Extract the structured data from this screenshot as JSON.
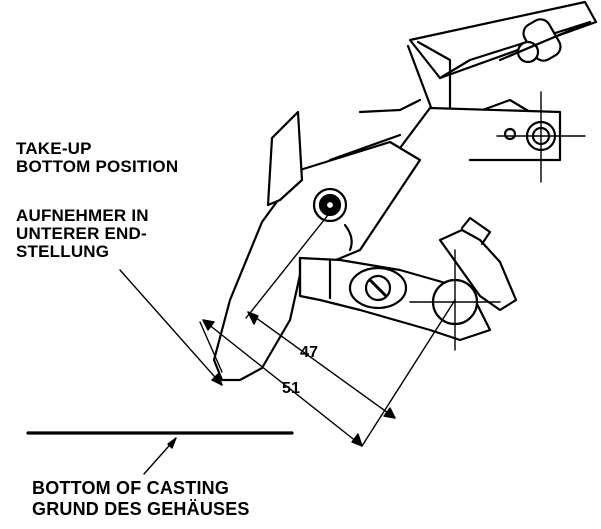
{
  "labels": {
    "takeup_line1": "TAKE-UP",
    "takeup_line2": "BOTTOM POSITION",
    "german_line1": "AUFNEHMER IN",
    "german_line2": "UNTERER END-",
    "german_line3": "STELLUNG",
    "casting_line1": "BOTTOM OF CASTING",
    "casting_line2": "GRUND DES GEHÄUSES"
  },
  "dimensions": {
    "inner": "47",
    "outer": "51"
  },
  "colors": {
    "ink": "#000000",
    "paper": "#ffffff"
  }
}
